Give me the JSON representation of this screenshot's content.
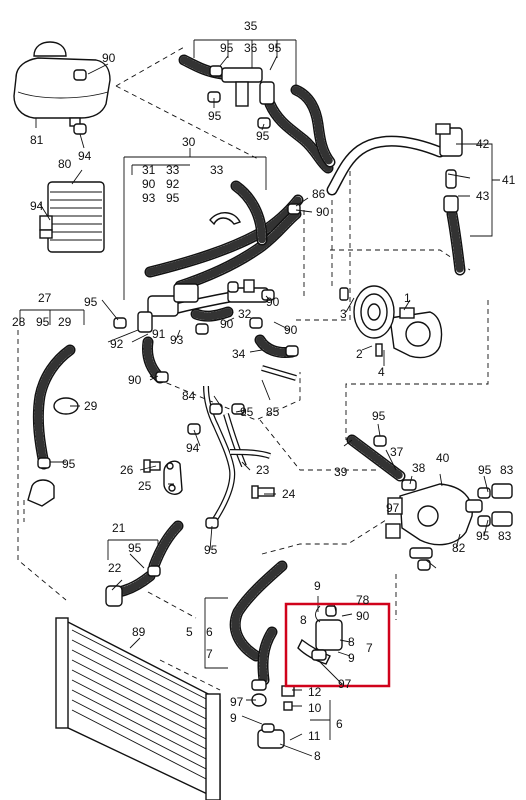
{
  "labels": {
    "l35": "35",
    "l90a": "90",
    "l95a": "95",
    "l36": "36",
    "l95b": "95",
    "l95c": "95",
    "l95d": "95",
    "l81": "81",
    "l94a": "94",
    "l42": "42",
    "l41": "41",
    "l43": "43",
    "l30": "30",
    "l31": "31",
    "l33a": "33",
    "l90b": "90",
    "l92a": "92",
    "l93a": "93",
    "l95e": "95",
    "l33b": "33",
    "l86": "86",
    "l90c": "90",
    "l80": "80",
    "l94b": "94",
    "l27": "27",
    "l28": "28",
    "l95f": "95",
    "l29a": "29",
    "l95g": "95",
    "l91": "91",
    "l92b": "92",
    "l93b": "93",
    "l90d": "90",
    "l32": "32",
    "l90e": "90",
    "l90f": "90",
    "l34": "34",
    "l3": "3",
    "l2": "2",
    "l4": "4",
    "l1": "1",
    "l29b": "29",
    "l95h": "95",
    "l90g": "90",
    "l84": "84",
    "l95i": "95",
    "l85": "85",
    "l94c": "94",
    "l95j": "95",
    "l39": "39",
    "l37": "37",
    "l38": "38",
    "l40": "40",
    "l95k": "95",
    "l83a": "83",
    "l97a": "97",
    "l82": "82",
    "l95l": "95",
    "l83b": "83",
    "l26": "26",
    "l23": "23",
    "l25": "25",
    "l24": "24",
    "l21": "21",
    "l95m": "95",
    "l22": "22",
    "l95n": "95",
    "l89": "89",
    "l5": "5",
    "l6a": "6",
    "l7a": "7",
    "l9a": "9",
    "l78": "78",
    "l8a": "8",
    "l90h": "90",
    "l8b": "8",
    "l7b": "7",
    "l9b": "9",
    "l97b": "97",
    "l97c": "97",
    "l12": "12",
    "l10": "10",
    "l9c": "9",
    "l6b": "6",
    "l11": "11",
    "l8c": "8"
  },
  "highlight": {
    "color": "#d0021b"
  }
}
